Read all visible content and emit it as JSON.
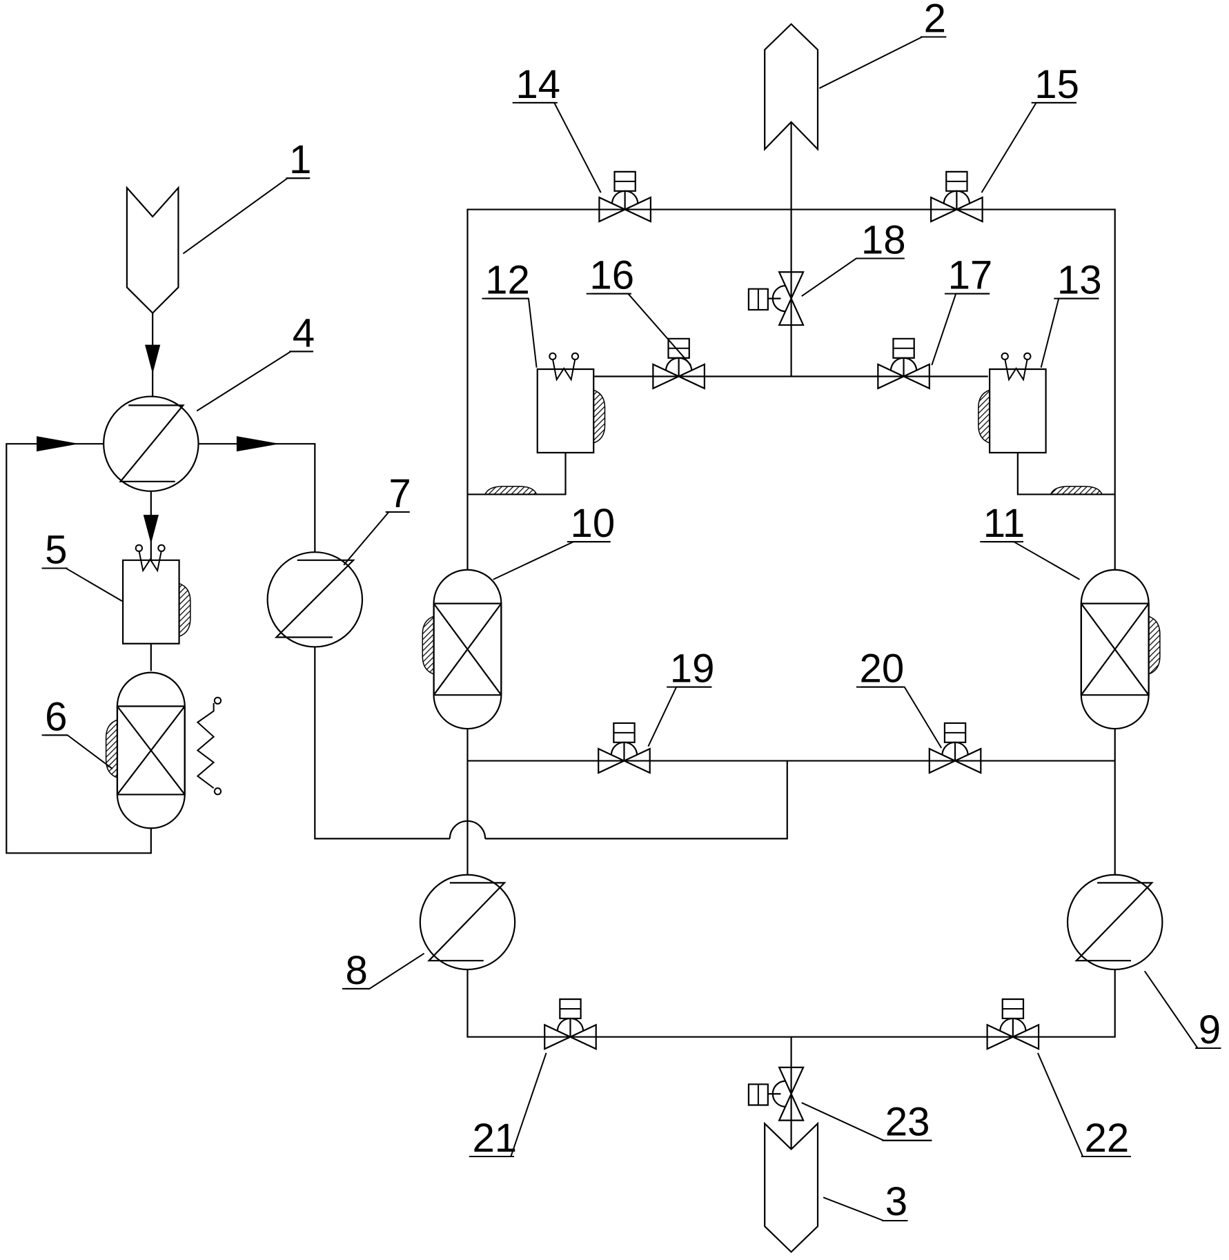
{
  "labels": {
    "n1": "1",
    "n2": "2",
    "n3": "3",
    "n4": "4",
    "n5": "5",
    "n6": "6",
    "n7": "7",
    "n8": "8",
    "n9": "9",
    "n10": "10",
    "n11": "11",
    "n12": "12",
    "n13": "13",
    "n14": "14",
    "n15": "15",
    "n16": "16",
    "n17": "17",
    "n18": "18",
    "n19": "19",
    "n20": "20",
    "n21": "21",
    "n22": "22",
    "n23": "23"
  }
}
